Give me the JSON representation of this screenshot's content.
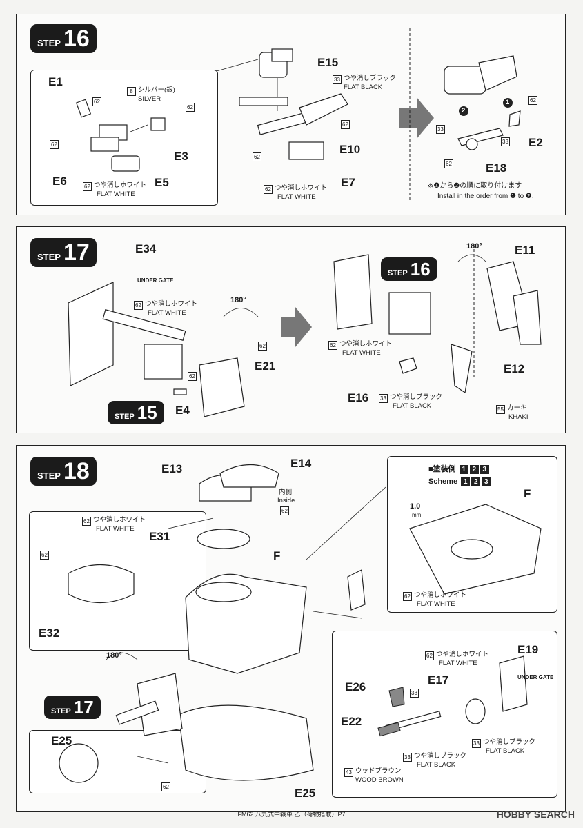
{
  "step16": {
    "title_word": "STEP",
    "number": "16",
    "parts": {
      "e1": "E1",
      "e3": "E3",
      "e5": "E5",
      "e6": "E6",
      "e15": "E15",
      "e10": "E10",
      "e7": "E7",
      "e2": "E2",
      "e18": "E18"
    },
    "codes": {
      "c8": "8",
      "c62a": "62",
      "c62b": "62",
      "c62c": "62",
      "c62d": "62",
      "c62e": "62",
      "c62f": "62",
      "c62g": "62",
      "c33a": "33",
      "c33b": "33",
      "c33c": "33",
      "c62h": "62",
      "c62i": "62"
    },
    "paint_silver_jp": "シルバー(銀)",
    "paint_silver_en": "SILVER",
    "paint_flatwhite_jp": "つや消しホワイト",
    "paint_flatwhite_en": "FLAT WHITE",
    "paint_flatblack_jp": "つや消しブラック",
    "paint_flatblack_en": "FLAT BLACK",
    "order_note_jp": "※❶から❷の順に取り付けます",
    "order_note_en": "Install in the order from ❶ to ❷.",
    "step_markers": {
      "one": "1",
      "two": "2"
    }
  },
  "step17": {
    "title_word": "STEP",
    "number": "17",
    "parts": {
      "e34": "E34",
      "e21": "E21",
      "e4": "E4",
      "e11": "E11",
      "e12": "E12",
      "e16": "E16"
    },
    "under_gate": "UNDER GATE",
    "rotate": "180°",
    "sub_step_15": {
      "word": "STEP",
      "number": "15"
    },
    "sub_step_16": {
      "word": "STEP",
      "number": "16"
    },
    "codes": {
      "c62a": "62",
      "c62b": "62",
      "c62c": "62",
      "c62d": "62",
      "c33": "33",
      "c55": "55"
    },
    "paint_flatwhite_jp": "つや消しホワイト",
    "paint_flatwhite_en": "FLAT WHITE",
    "paint_flatwhite2_jp": "つや消しホワイト",
    "paint_flatwhite2_en": "FLAT WHITE",
    "paint_flatblack_jp": "つや消しブラック",
    "paint_flatblack_en": "FLAT BLACK",
    "paint_khaki_jp": "カーキ",
    "paint_khaki_en": "KHAKI"
  },
  "step18": {
    "title_word": "STEP",
    "number": "18",
    "parts": {
      "e13": "E13",
      "e14": "E14",
      "e31": "E31",
      "e32": "E32",
      "f1": "F",
      "f2": "F",
      "e25a": "E25",
      "e25b": "E25",
      "e19": "E19",
      "e17": "E17",
      "e26": "E26",
      "e22": "E22"
    },
    "inside_jp": "内側",
    "inside_en": "Inside",
    "scheme_jp": "■塗装例",
    "scheme_en": "Scheme",
    "scheme_nums": [
      "1",
      "2",
      "3"
    ],
    "drill": "1.0",
    "drill_unit": "mm",
    "rotate": "180°",
    "sub_step_17": {
      "word": "STEP",
      "number": "17"
    },
    "under_gate": "UNDER GATE",
    "codes": {
      "c62a": "62",
      "c62b": "62",
      "c62c": "62",
      "c62d": "62",
      "c62e": "62",
      "c62f": "62",
      "c33a": "33",
      "c33b": "33",
      "c33c": "33",
      "c43": "43"
    },
    "paint_flatwhite_jp": "つや消しホワイト",
    "paint_flatwhite_en": "FLAT WHITE",
    "paint_flatwhite2_jp": "つや消しホワイト",
    "paint_flatwhite2_en": "FLAT WHITE",
    "paint_flatwhite3_jp": "つや消しホワイト",
    "paint_flatwhite3_en": "FLAT WHITE",
    "paint_flatblack_jp": "つや消しブラック",
    "paint_flatblack_en": "FLAT BLACK",
    "paint_flatblack2_jp": "つや消しブラック",
    "paint_flatblack2_en": "FLAT BLACK",
    "paint_woodbrown_jp": "ウッドブラウン",
    "paint_woodbrown_en": "WOOD BROWN"
  },
  "footer": "FM62 八九式中戦車 乙（荷物搭載）P7",
  "watermark": "HOBBY SEARCH"
}
